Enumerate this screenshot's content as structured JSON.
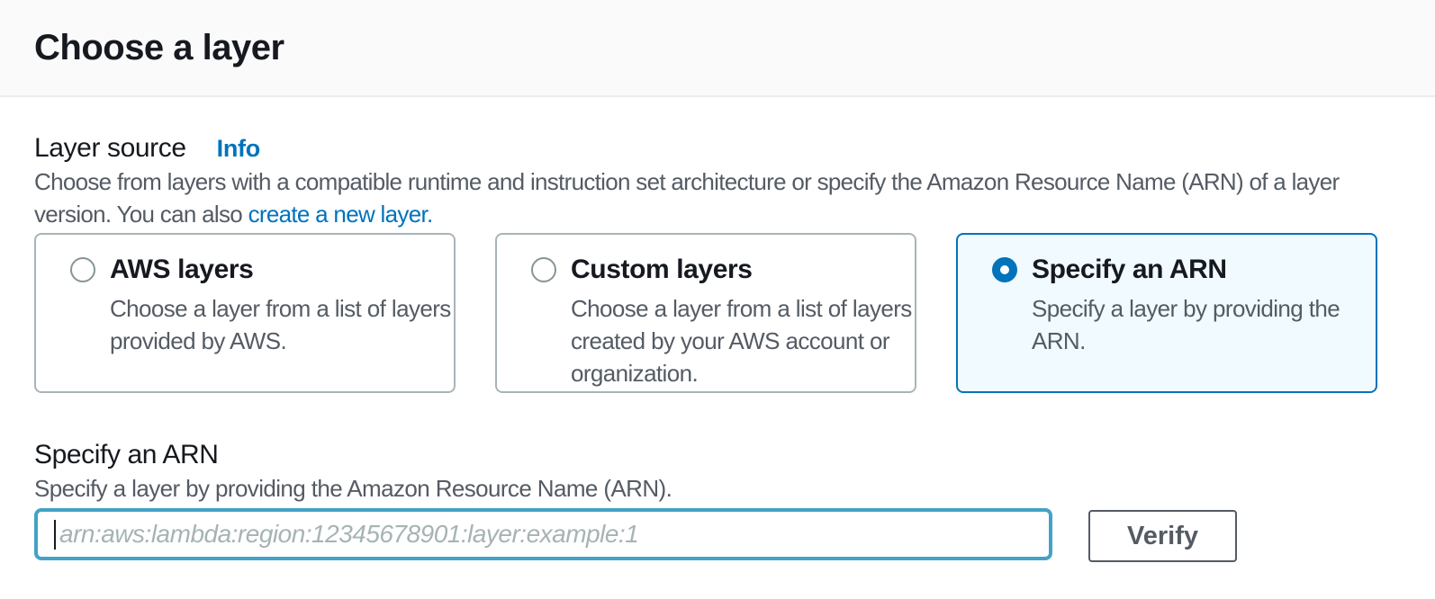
{
  "panel": {
    "title": "Choose a layer"
  },
  "layer_source": {
    "label": "Layer source",
    "info_link": "Info",
    "description": {
      "line1": "Choose from layers with a compatible runtime and instruction set architecture or specify the Amazon Resource Name (ARN) of a layer",
      "line2_text": "version. You can also ",
      "line2_link": "create a new layer."
    },
    "options": [
      {
        "title": "AWS layers",
        "description": "Choose a layer from a list of layers provided by AWS.",
        "selected": false
      },
      {
        "title": "Custom layers",
        "description": "Choose a layer from a list of layers created by your AWS account or organization.",
        "selected": false
      },
      {
        "title": "Specify an ARN",
        "description": "Specify a layer by providing the ARN.",
        "selected": true
      }
    ]
  },
  "arn_section": {
    "label": "Specify an ARN",
    "description": "Specify a layer by providing the Amazon Resource Name (ARN).",
    "input_value": "",
    "input_placeholder": "arn:aws:lambda:region:12345678901:layer:example:1",
    "verify_button": "Verify"
  },
  "colors": {
    "accent_blue": "#0073bb",
    "selected_tile_bg": "#f1faff",
    "focus_border": "#43a2c6",
    "text_primary": "#16191f",
    "text_secondary": "#545b64",
    "tile_border": "#a9b4b8",
    "header_bg": "#fafafa",
    "divider": "#eaeded"
  }
}
